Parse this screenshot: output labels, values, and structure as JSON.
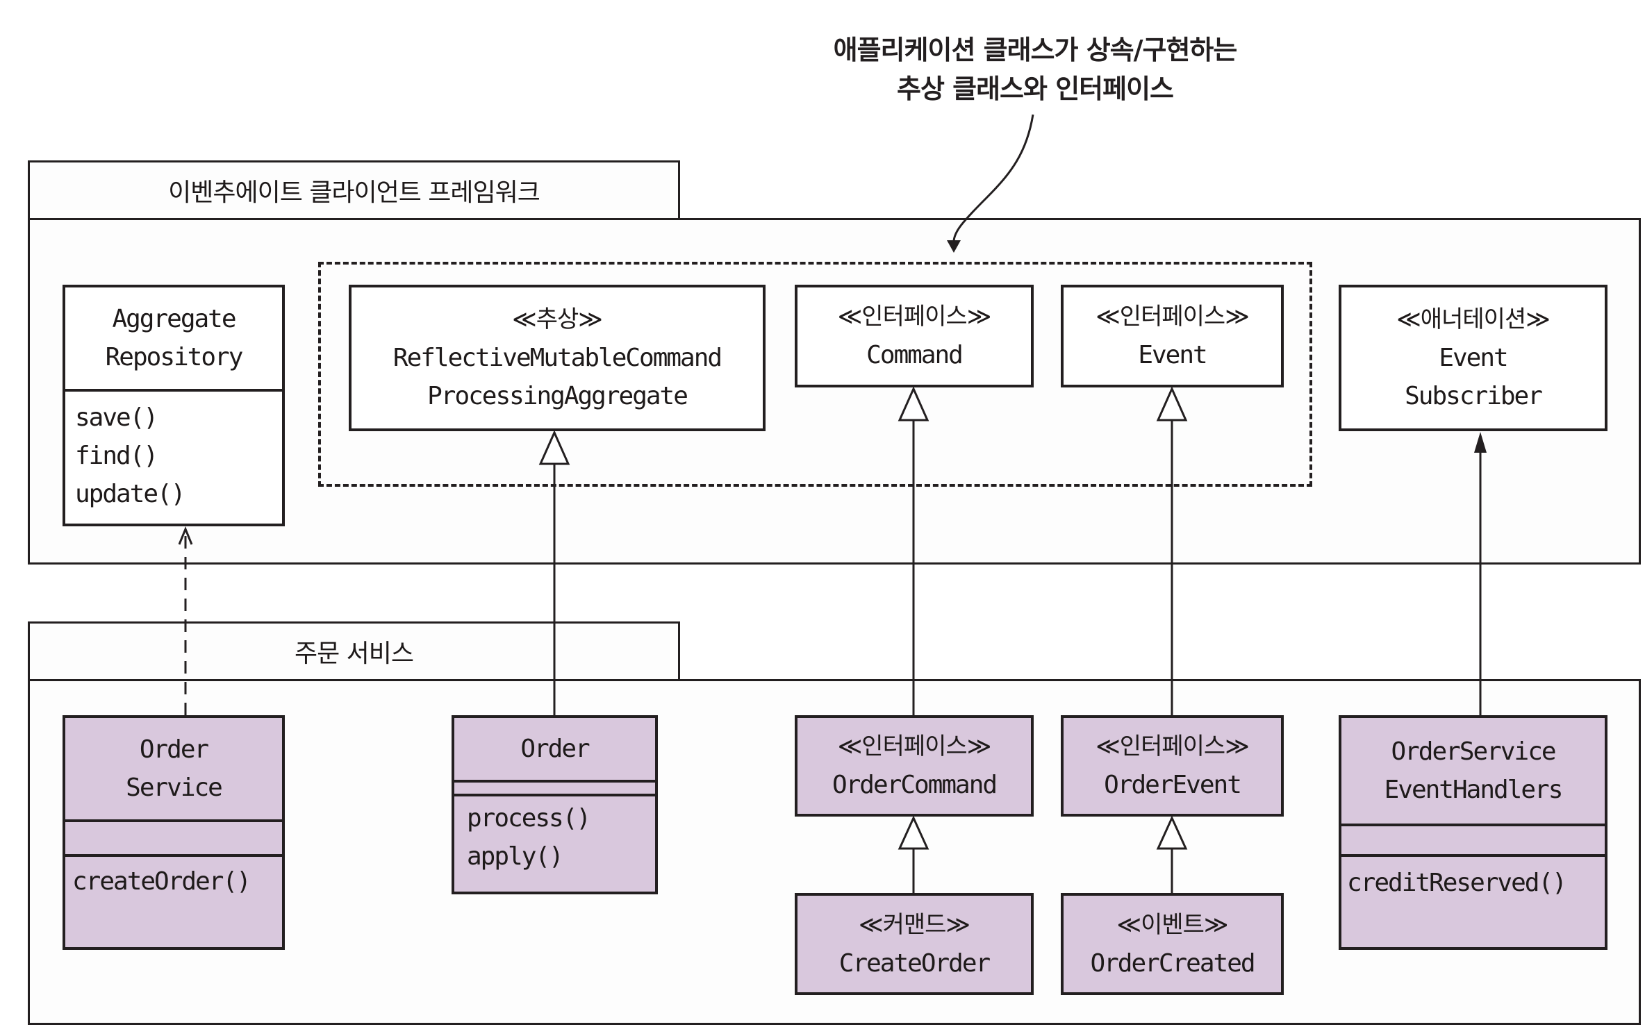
{
  "annotation": {
    "line1": "애플리케이션 클래스가 상속/구현하는",
    "line2": "추상 클래스와 인터페이스"
  },
  "packages": {
    "framework": {
      "title": "이벤추에이트 클라이언트 프레임워크"
    },
    "order_service": {
      "title": "주문 서비스"
    }
  },
  "colors": {
    "line": "#231f20",
    "app_class_fill": "#d9c8dd",
    "framework_class_fill": "#ffffff"
  },
  "framework_classes": {
    "aggregate_repository": {
      "name_line1": "Aggregate",
      "name_line2": "Repository",
      "operations": [
        "save()",
        "find()",
        "update()"
      ]
    },
    "reflective_aggregate": {
      "stereotype": "≪추상≫",
      "name_line1": "ReflectiveMutableCommand",
      "name_line2": "ProcessingAggregate"
    },
    "command": {
      "stereotype": "≪인터페이스≫",
      "name": "Command"
    },
    "event": {
      "stereotype": "≪인터페이스≫",
      "name": "Event"
    },
    "event_subscriber": {
      "stereotype": "≪애너테이션≫",
      "name_line1": "Event",
      "name_line2": "Subscriber"
    }
  },
  "app_classes": {
    "order_service": {
      "name_line1": "Order",
      "name_line2": "Service",
      "operations": [
        "createOrder()"
      ]
    },
    "order": {
      "name": "Order",
      "operations": [
        "process()",
        "apply()"
      ]
    },
    "order_command": {
      "stereotype": "≪인터페이스≫",
      "name": "OrderCommand"
    },
    "order_event": {
      "stereotype": "≪인터페이스≫",
      "name": "OrderEvent"
    },
    "create_order": {
      "stereotype": "≪커맨드≫",
      "name": "CreateOrder"
    },
    "order_created": {
      "stereotype": "≪이벤트≫",
      "name": "OrderCreated"
    },
    "event_handlers": {
      "name_line1": "OrderService",
      "name_line2": "EventHandlers",
      "operations": [
        "creditReserved()"
      ]
    }
  },
  "relationships": [
    {
      "from": "Order Service",
      "to": "Aggregate Repository",
      "type": "dependency"
    },
    {
      "from": "Order",
      "to": "ReflectiveMutableCommandProcessingAggregate",
      "type": "inheritance"
    },
    {
      "from": "OrderCommand",
      "to": "Command",
      "type": "inheritance"
    },
    {
      "from": "OrderEvent",
      "to": "Event",
      "type": "inheritance"
    },
    {
      "from": "CreateOrder",
      "to": "OrderCommand",
      "type": "inheritance"
    },
    {
      "from": "OrderCreated",
      "to": "OrderEvent",
      "type": "inheritance"
    },
    {
      "from": "OrderService EventHandlers",
      "to": "Event Subscriber",
      "type": "association"
    }
  ]
}
